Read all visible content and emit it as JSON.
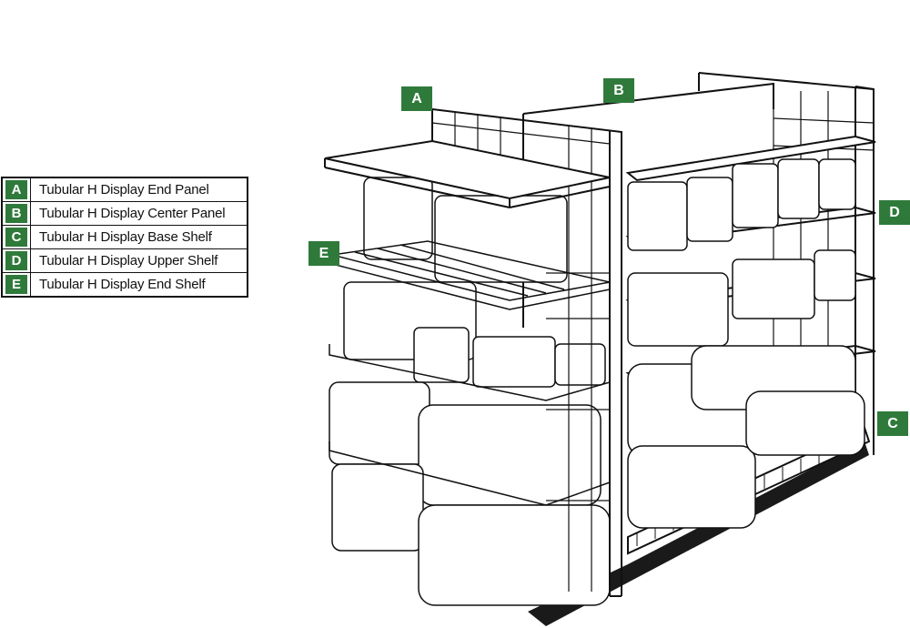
{
  "legend": [
    {
      "key": "A",
      "label": "Tubular H Display End Panel"
    },
    {
      "key": "B",
      "label": "Tubular H Display Center Panel"
    },
    {
      "key": "C",
      "label": "Tubular H Display Base Shelf"
    },
    {
      "key": "D",
      "label": "Tubular H Display Upper Shelf"
    },
    {
      "key": "E",
      "label": "Tubular H Display End Shelf"
    }
  ],
  "callouts": {
    "a": "A",
    "b": "B",
    "c": "C",
    "d": "D",
    "e": "E"
  },
  "colors": {
    "badge": "#2f7a3b",
    "line": "#111111",
    "shadow": "#1a1a1a"
  }
}
